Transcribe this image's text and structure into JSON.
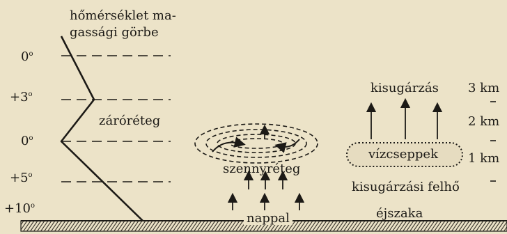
{
  "title_line1": "hőmérséklet ma-",
  "title_line2": "gassági görbe",
  "temp_labels": [
    {
      "value": "0",
      "unit": "o"
    },
    {
      "value": "+3",
      "unit": "o"
    },
    {
      "value": "0",
      "unit": "o"
    },
    {
      "value": "+5",
      "unit": "o"
    },
    {
      "value": "+10",
      "unit": "o"
    }
  ],
  "zaroreteg": "záróréteg",
  "szennyreteg": "szennyréteg",
  "nappal": "nappal",
  "kisugarzas": "kisugárzás",
  "vizcseppek": "vízcseppek",
  "kisugarzasi_felho": "kisugárzási felhő",
  "ejszaka": "éjszaka",
  "altitude_labels": [
    "3 km",
    "2 km",
    "1 km"
  ]
}
